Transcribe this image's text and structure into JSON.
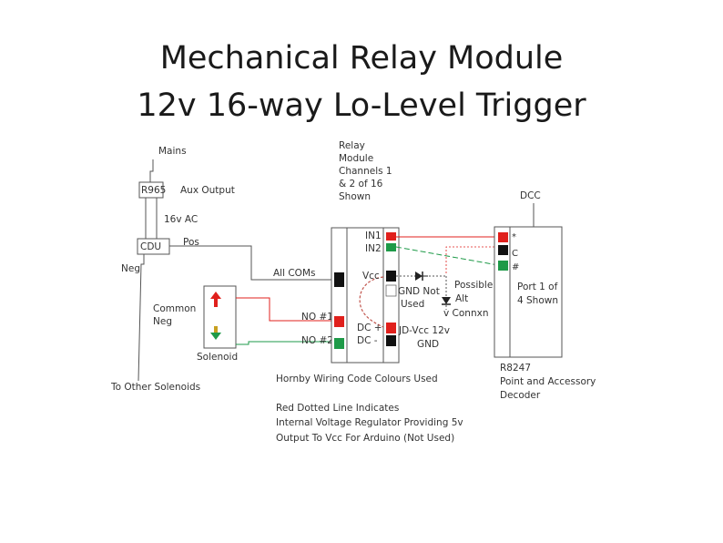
{
  "title": {
    "line1": "Mechanical Relay Module",
    "line2": "12v 16-way Lo-Level Trigger"
  },
  "labels": {
    "mains": "Mains",
    "r965": "R965",
    "aux_output": "Aux Output",
    "ac16": "16v AC",
    "cdu": "CDU",
    "pos": "Pos",
    "neg": "Neg",
    "common_neg_1": "Common",
    "common_neg_2": "Neg",
    "solenoid": "Solenoid",
    "to_other": "To Other Solenoids",
    "relay_1": "Relay",
    "relay_2": "Module",
    "relay_3": "Channels 1",
    "relay_4": "& 2 of 16",
    "relay_5": "Shown",
    "all_coms": "All COMs",
    "no1": "NO #1",
    "no2": "NO #2",
    "in1": "IN1",
    "in2": "IN2",
    "vcc": "Vcc",
    "gnd_not_1": "GND Not",
    "gnd_not_2": "Used",
    "dc_plus": "DC +",
    "dc_minus": "DC -",
    "jd_vcc": "JD-Vcc 12v",
    "gnd": "GND",
    "possible_1": "Possible",
    "possible_2": "Alt",
    "possible_3": "v Connxn",
    "dcc": "DCC",
    "port_1": "Port 1 of",
    "port_2": "4 Shown",
    "r8247_1": "R8247",
    "r8247_2": "Point and Accessory",
    "r8247_3": "Decoder",
    "term_star": "*",
    "term_c": "C",
    "term_hash": "#",
    "notes_1": "Hornby Wiring Code Colours Used",
    "notes_2": "Red Dotted Line Indicates",
    "notes_3": "Internal Voltage Regulator Providing 5v",
    "notes_4": "Output To Vcc For Arduino (Not Used)"
  },
  "colors": {
    "red": "#e0201c",
    "green": "#1e9a48",
    "black": "#111111",
    "line": "#555555",
    "dotted": "#c0524a"
  }
}
